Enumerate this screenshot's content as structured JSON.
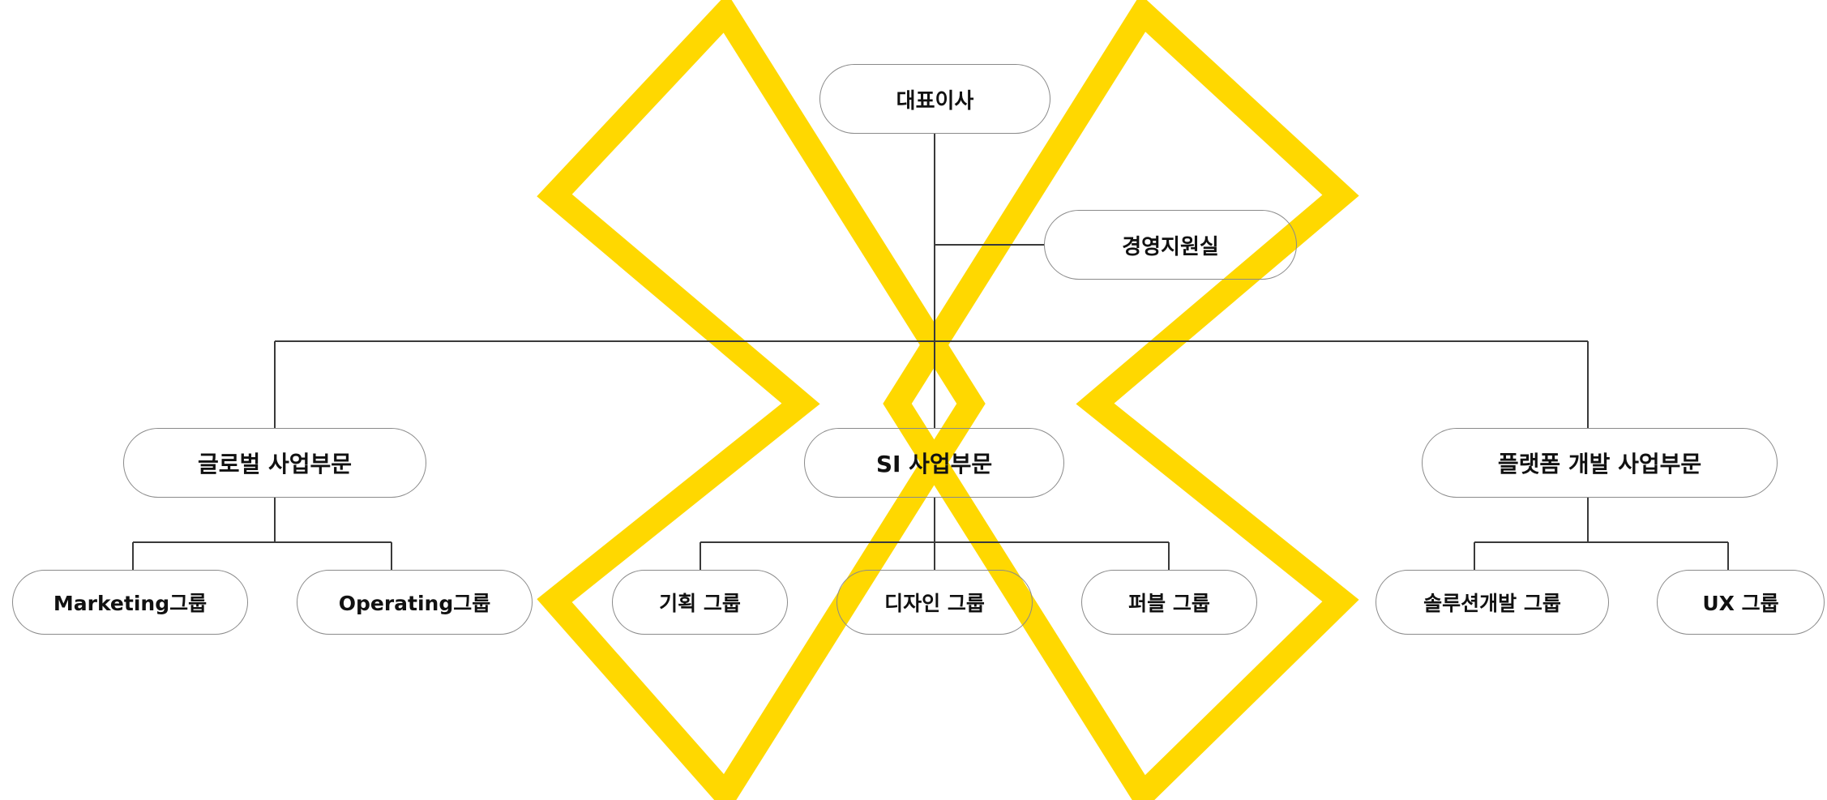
{
  "org_chart": {
    "top": {
      "label": "대표이사"
    },
    "staff": {
      "label": "경영지원실"
    },
    "divisions": [
      {
        "label": "글로벌 사업부문",
        "groups": [
          "Marketing그룹",
          "Operating그룹"
        ]
      },
      {
        "label": "SI 사업부문",
        "groups": [
          "기획 그룹",
          "디자인 그룹",
          "퍼블 그룹"
        ]
      },
      {
        "label": "플랫폼 개발 사업부문",
        "groups": [
          "솔루션개발 그룹",
          "UX 그룹"
        ]
      }
    ]
  },
  "colors": {
    "accent": "#FFD800",
    "line": "#3a3a3a",
    "node_border": "#8a8a8a",
    "text": "#111111"
  }
}
